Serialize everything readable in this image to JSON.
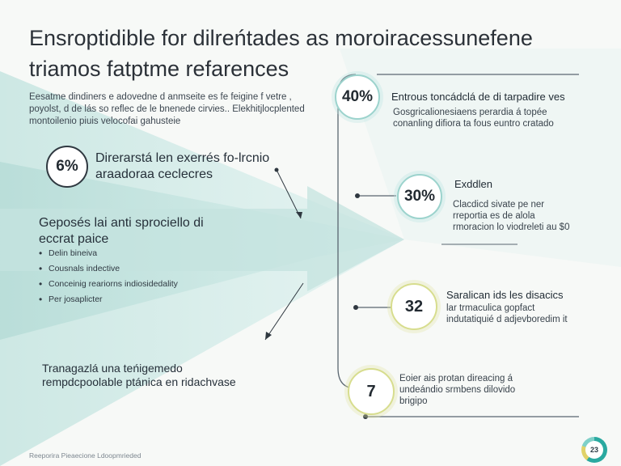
{
  "title": "Ensroptidible for dilreńtades as moroiracessunefene triamos fatptme refarences",
  "intro": "Eesatme dindiners e adovedne d anmseite es fe feigine f vetre , poyolst, d de lás so reflec de le bnenede cirvies.. Elekhitjlocplented montoilenio piuis velocofai gahusteie",
  "left_stat": {
    "value": "6%",
    "heading": "Direrarstá len exerrés fo-lrcnio araadoraa ceclecres"
  },
  "list": {
    "heading": "Geposés lai anti sprociello di eccrat paice",
    "items": [
      "Delin bineiva",
      "Cousnals indective",
      "Conceinig reariorns indiosidedality",
      "Per josaplicter"
    ]
  },
  "bottom_left": "Tranagazlá una teńigemedo rempdcpoolable ptánica en ridachvase",
  "footer": "Reeporira Pieaecione Ldoopmrieded",
  "right_items": [
    {
      "value": "40%",
      "heading": "Entrous toncádclá de di tarpadire ves",
      "body": "Gosgricalionesiaens perardia á topée conanling difiora ta fous euntro cratado"
    },
    {
      "value": "30%",
      "heading": "Exddlen",
      "body": "Clacdicd sivate pe ner rreportia es de alola rmoracion lo viodreleti au $0"
    },
    {
      "value": "32",
      "heading": "Saralican ids les disacics",
      "body": "lar trmaculica gopfact indutatiquié d adjevboredim it"
    },
    {
      "value": "7",
      "heading": "",
      "body": "Eoier ais protan direacing á undeándio srmbens dilovido brigipo"
    }
  ],
  "badge": "23",
  "colors": {
    "accent": "#9cd3cd",
    "accent2": "#d7dd8e",
    "teal_bg": "#cfe9e6"
  },
  "icons": [
    "arrow-head-icon",
    "dot-marker-icon",
    "logo-badge-icon"
  ]
}
